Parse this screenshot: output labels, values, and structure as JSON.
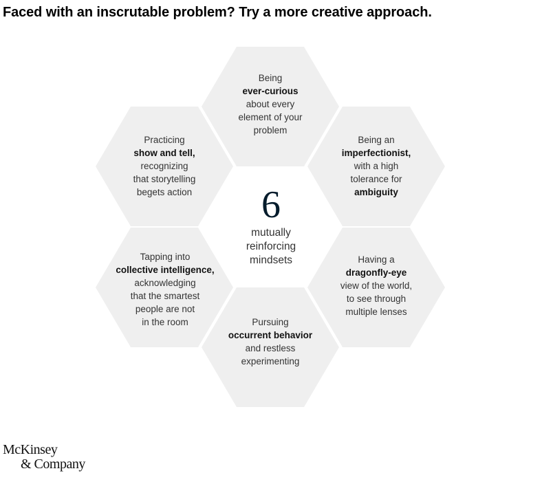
{
  "title": "Faced with an inscrutable problem? Try a more creative approach.",
  "center": {
    "number": "6",
    "lines": [
      "mutually",
      "reinforcing",
      "mindsets"
    ]
  },
  "mindsets": [
    {
      "id": "ever-curious",
      "lines": [
        [
          "Being"
        ],
        [
          {
            "t": "ever-curious",
            "b": true
          }
        ],
        [
          "about every"
        ],
        [
          "element of your"
        ],
        [
          "problem"
        ]
      ]
    },
    {
      "id": "imperfectionist",
      "lines": [
        [
          "Being an"
        ],
        [
          {
            "t": "imperfectionist,",
            "b": true
          }
        ],
        [
          "with a high"
        ],
        [
          "tolerance for"
        ],
        [
          {
            "t": "ambiguity",
            "b": true
          }
        ]
      ]
    },
    {
      "id": "dragonfly-eye",
      "lines": [
        [
          "Having a"
        ],
        [
          {
            "t": "dragonfly-eye",
            "b": true
          }
        ],
        [
          "view of the world,"
        ],
        [
          "to see through"
        ],
        [
          "multiple lenses"
        ]
      ]
    },
    {
      "id": "occurrent-behavior",
      "lines": [
        [
          "Pursuing"
        ],
        [
          {
            "t": "occurrent behavior",
            "b": true
          }
        ],
        [
          "and restless"
        ],
        [
          "experimenting"
        ]
      ]
    },
    {
      "id": "collective-intelligence",
      "lines": [
        [
          "Tapping into"
        ],
        [
          {
            "t": "collective intelligence,",
            "b": true
          }
        ],
        [
          "acknowledging"
        ],
        [
          "that the smartest"
        ],
        [
          "people are not"
        ],
        [
          "in the room"
        ]
      ]
    },
    {
      "id": "show-and-tell",
      "lines": [
        [
          "Practicing"
        ],
        [
          {
            "t": "show and tell,",
            "b": true
          }
        ],
        [
          "recognizing"
        ],
        [
          "that storytelling"
        ],
        [
          "begets action"
        ]
      ]
    }
  ],
  "logo": {
    "line1": "McKinsey",
    "line2": "& Company"
  },
  "colors": {
    "hexagon_fill": "#efefef",
    "number_color": "#051c2c"
  }
}
